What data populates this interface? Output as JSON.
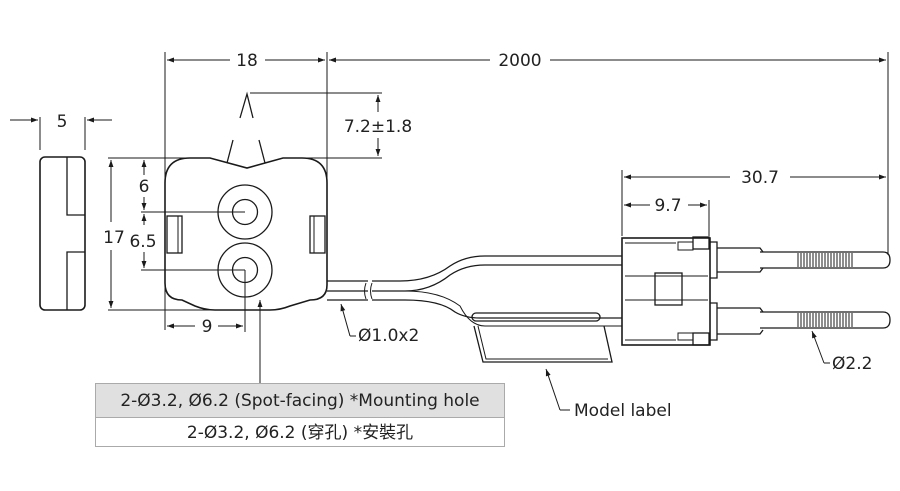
{
  "dimensions": {
    "thickness": "5",
    "width": "18",
    "cable_length": "2000",
    "lead_height": "7.2±1.8",
    "height": "17",
    "hole_top_offset": "6",
    "hole_pitch": "6.5",
    "hole_horizontal": "9",
    "wire_diameter": "Ø1.0x2",
    "connector_length": "30.7",
    "connector_body": "9.7",
    "pin_diameter": "Ø2.2"
  },
  "labels": {
    "model_label": "Model label"
  },
  "callout": {
    "english": "2-Ø3.2, Ø6.2 (Spot-facing) *Mounting hole",
    "chinese": "2-Ø3.2, Ø6.2 (穿孔) *安裝孔"
  }
}
